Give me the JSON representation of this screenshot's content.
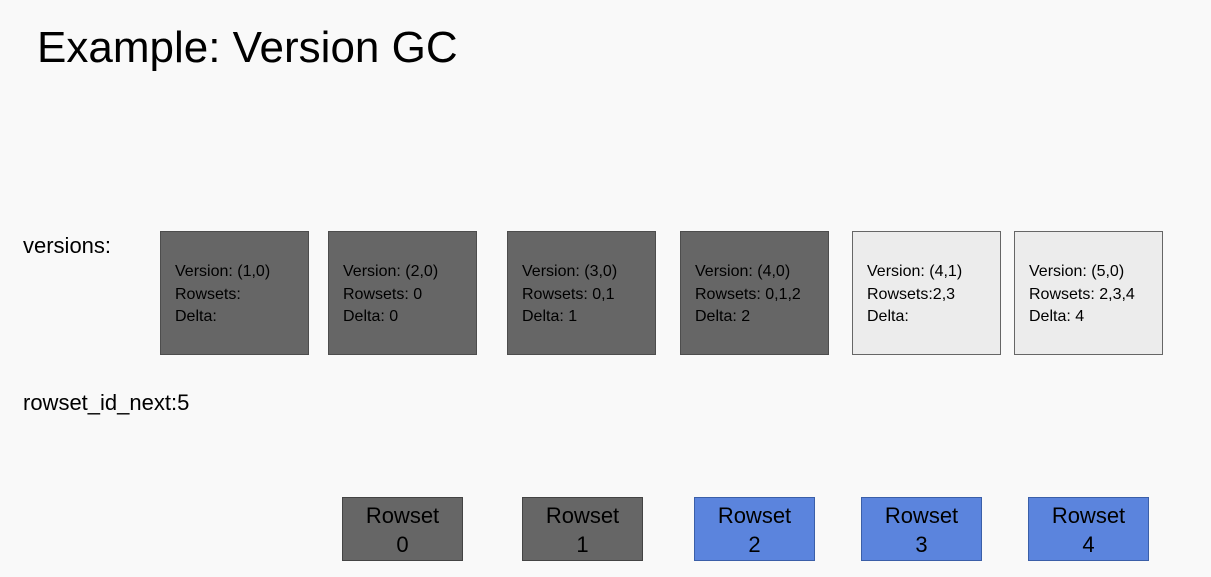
{
  "title": "Example: Version GC",
  "labels": {
    "versions": "versions:",
    "rowset_id_next": "rowset_id_next:5"
  },
  "versions": [
    {
      "version": "Version: (1,0)",
      "rowsets": "Rowsets:",
      "delta": "Delta:",
      "style": "dark"
    },
    {
      "version": "Version: (2,0)",
      "rowsets": "Rowsets: 0",
      "delta": "Delta: 0",
      "style": "dark"
    },
    {
      "version": "Version: (3,0)",
      "rowsets": "Rowsets: 0,1",
      "delta": "Delta: 1",
      "style": "dark"
    },
    {
      "version": "Version: (4,0)",
      "rowsets": "Rowsets: 0,1,2",
      "delta": "Delta: 2",
      "style": "dark"
    },
    {
      "version": "Version: (4,1)",
      "rowsets": "Rowsets:2,3",
      "delta": "Delta:",
      "style": "light"
    },
    {
      "version": "Version: (5,0)",
      "rowsets": "Rowsets: 2,3,4",
      "delta": "Delta: 4",
      "style": "light"
    }
  ],
  "rowsets": [
    {
      "label": "Rowset",
      "id": "0",
      "style": "dark"
    },
    {
      "label": "Rowset",
      "id": "1",
      "style": "dark"
    },
    {
      "label": "Rowset",
      "id": "2",
      "style": "blue"
    },
    {
      "label": "Rowset",
      "id": "3",
      "style": "blue"
    },
    {
      "label": "Rowset",
      "id": "4",
      "style": "blue"
    }
  ],
  "colors": {
    "gc_version": "#666666",
    "live_version": "#ececec",
    "gc_rowset": "#666666",
    "live_rowset": "#5b84dd"
  }
}
